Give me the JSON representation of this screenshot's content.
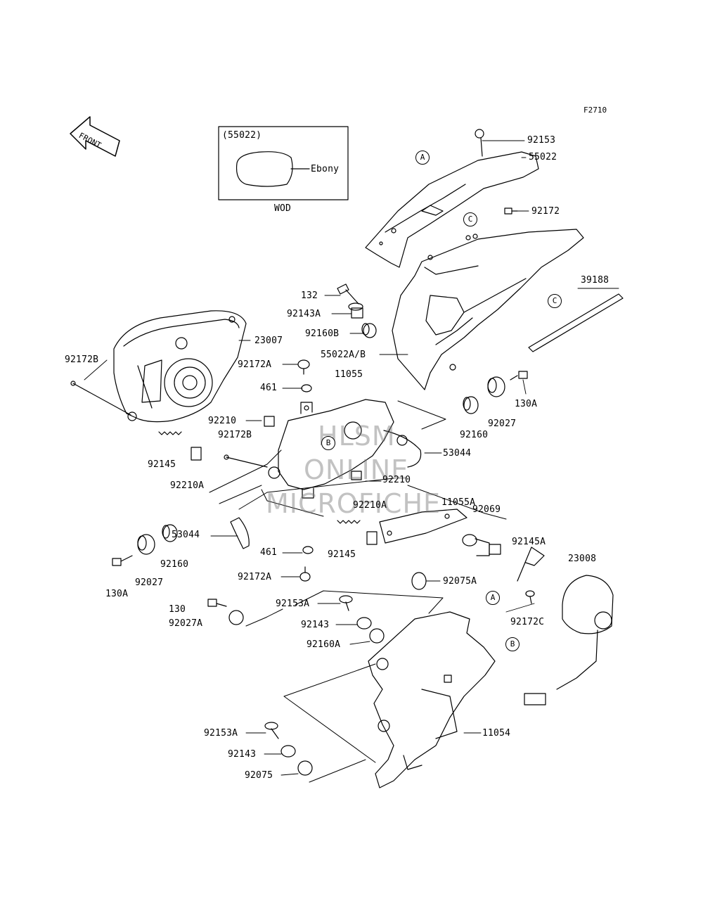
{
  "figure_code": "F2710",
  "front_label": "FRONT",
  "inset": {
    "part_ref": "(55022)",
    "color_label": "Ebony",
    "caption": "WOD"
  },
  "watermark": {
    "line1": "HLSM",
    "line2": "ONLINE",
    "line3": "MICROFICHE"
  },
  "callouts": {
    "a": "A",
    "b": "B",
    "c": "C"
  },
  "parts": {
    "p92153": "92153",
    "p55022": "55022",
    "p92172": "92172",
    "p39188": "39188",
    "p132": "132",
    "p92143A": "92143A",
    "p92160B": "92160B",
    "p55022AB": "55022A/B",
    "p23007": "23007",
    "p92172B_left": "92172B",
    "p92172A_top": "92172A",
    "p11055": "11055",
    "p461_top": "461",
    "p130A_right": "130A",
    "p92210_left": "92210",
    "p92172B_mid": "92172B",
    "p92160_right": "92160",
    "p92027_right": "92027",
    "p53044_right": "53044",
    "p92145_left": "92145",
    "p92210A_left": "92210A",
    "p92210_mid": "92210",
    "p92210A_mid": "92210A",
    "p11055A": "11055A",
    "p92069": "92069",
    "p53044_left": "53044",
    "p461_bottom": "461",
    "p92145_mid": "92145",
    "p92145A": "92145A",
    "p23008": "23008",
    "p130A_left": "130A",
    "p92027_left": "92027",
    "p92160_left": "92160",
    "p92172A_bottom": "92172A",
    "p92075A": "92075A",
    "p130": "130",
    "p92153A_upper": "92153A",
    "p92027A": "92027A",
    "p92143_upper": "92143",
    "p92172C": "92172C",
    "p92160A": "92160A",
    "p11054": "11054",
    "p92153A_lower": "92153A",
    "p92143_lower": "92143",
    "p92075": "92075"
  }
}
